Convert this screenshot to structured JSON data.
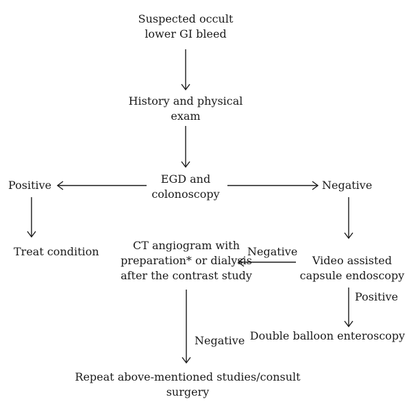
{
  "nodes": {
    "start": [
      "Suspected occult",
      "lower GI bleed"
    ],
    "history": [
      "History and physical",
      "exam"
    ],
    "egd": [
      "EGD and",
      "colonoscopy"
    ],
    "positive_left": [
      "Positive"
    ],
    "negative_right": [
      "Negative"
    ],
    "treat": [
      "Treat condition"
    ],
    "capsule": [
      "Video assisted",
      "capsule endoscopy"
    ],
    "ct": [
      "CT angiogram with",
      "preparation* or dialysis",
      "after the contrast study"
    ],
    "balloon": [
      "Double balloon enteroscopy"
    ],
    "repeat": [
      "Repeat above-mentioned studies/consult",
      "surgery"
    ]
  },
  "edge_labels": {
    "capsule_to_ct": "Negative",
    "capsule_to_balloon": "Positive",
    "ct_to_repeat": "Negative"
  }
}
